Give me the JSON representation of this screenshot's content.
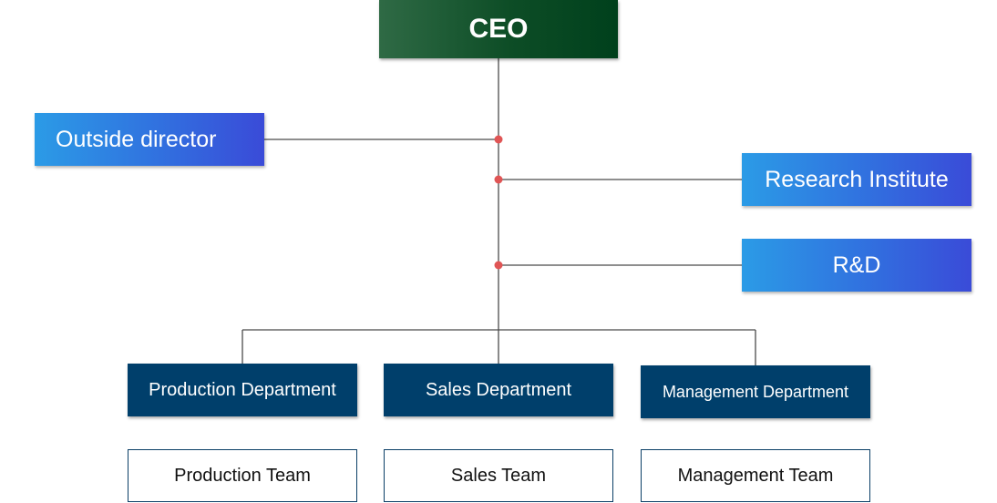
{
  "diagram": {
    "root": {
      "label": "CEO",
      "color": "#0d4d26"
    },
    "side_units": [
      {
        "label": "Outside director"
      },
      {
        "label": "Research Institute"
      },
      {
        "label": "R&D"
      }
    ],
    "departments": [
      {
        "label": "Production Department"
      },
      {
        "label": "Sales Department"
      },
      {
        "label": "Management Department"
      }
    ],
    "teams": [
      {
        "label": "Production Team"
      },
      {
        "label": "Sales Team"
      },
      {
        "label": "Management Team"
      }
    ],
    "colors": {
      "side_gradient_start": "#2b9be6",
      "side_gradient_end": "#3a4bd8",
      "department": "#003f6b",
      "connector_line": "#4a4a4a",
      "junction_dot": "#e05555"
    }
  }
}
